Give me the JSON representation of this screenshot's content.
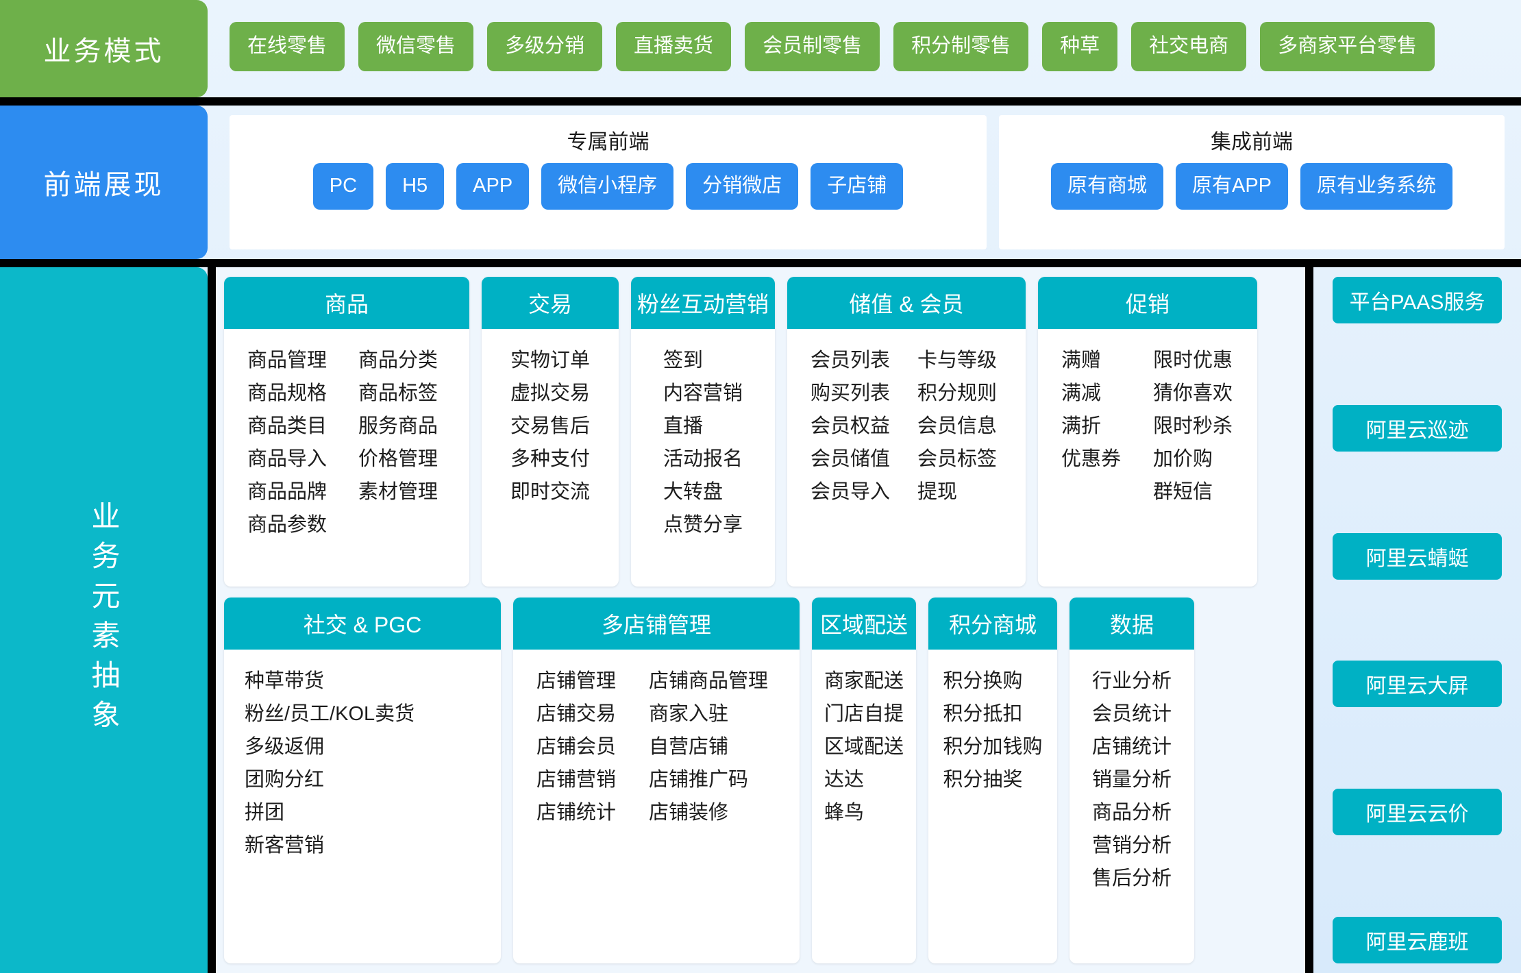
{
  "business_mode": {
    "label": "业务模式",
    "color": "#6EB04A",
    "items": [
      "在线零售",
      "微信零售",
      "多级分销",
      "直播卖货",
      "会员制零售",
      "积分制零售",
      "种草",
      "社交电商",
      "多商家平台零售"
    ]
  },
  "frontend": {
    "label": "前端展现",
    "color": "#2D8CF0",
    "groups": [
      {
        "title": "专属前端",
        "chips": [
          "PC",
          "H5",
          "APP",
          "微信小程序",
          "分销微店",
          "子店铺"
        ]
      },
      {
        "title": "集成前端",
        "chips": [
          "原有商城",
          "原有APP",
          "原有业务系统"
        ]
      }
    ]
  },
  "business_elements": {
    "label": "业务元素抽象",
    "color": "#0CB8C9",
    "header_color": "#00B1C4",
    "row1": [
      {
        "title": "商品",
        "columns": [
          [
            "商品管理",
            "商品规格",
            "商品类目",
            "商品导入",
            "商品品牌",
            "商品参数"
          ],
          [
            "商品分类",
            "商品标签",
            "服务商品",
            "价格管理",
            "素材管理"
          ]
        ]
      },
      {
        "title": "交易",
        "columns": [
          [
            "实物订单",
            "虚拟交易",
            "交易售后",
            "多种支付",
            "即时交流"
          ]
        ]
      },
      {
        "title": "粉丝互动营销",
        "columns": [
          [
            "签到",
            "内容营销",
            "直播",
            "活动报名",
            "大转盘",
            "点赞分享"
          ]
        ]
      },
      {
        "title": "储值 & 会员",
        "columns": [
          [
            "会员列表",
            "购买列表",
            "会员权益",
            "会员储值",
            "会员导入"
          ],
          [
            "卡与等级",
            "积分规则",
            "会员信息",
            "会员标签",
            "提现"
          ]
        ]
      },
      {
        "title": "促销",
        "columns": [
          [
            "满赠",
            "满减",
            "满折",
            "优惠券"
          ],
          [
            "限时优惠",
            "猜你喜欢",
            "限时秒杀",
            "加价购",
            "群短信"
          ]
        ]
      }
    ],
    "row2": [
      {
        "title": "社交 & PGC",
        "columns": [
          [
            "种草带货",
            "粉丝/员工/KOL卖货",
            "多级返佣",
            "团购分红",
            "拼团",
            "新客营销"
          ]
        ]
      },
      {
        "title": "多店铺管理",
        "columns": [
          [
            "店铺管理",
            "店铺交易",
            "店铺会员",
            "店铺营销",
            "店铺统计"
          ],
          [
            "店铺商品管理",
            "商家入驻",
            "自营店铺",
            "店铺推广码",
            "店铺装修"
          ]
        ]
      },
      {
        "title": "区域配送",
        "columns": [
          [
            "商家配送",
            "门店自提",
            "区域配送",
            "达达",
            "蜂鸟"
          ]
        ]
      },
      {
        "title": "积分商城",
        "columns": [
          [
            "积分换购",
            "积分抵扣",
            "积分加钱购",
            "积分抽奖"
          ]
        ]
      },
      {
        "title": "数据",
        "columns": [
          [
            "行业分析",
            "会员统计",
            "店铺统计",
            "销量分析",
            "商品分析",
            "营销分析",
            "售后分析"
          ]
        ]
      }
    ]
  },
  "paas_services": {
    "items": [
      "平台PAAS服务",
      "阿里云巡迹",
      "阿里云蜻蜓",
      "阿里云大屏",
      "阿里云云价",
      "阿里云鹿班"
    ]
  }
}
